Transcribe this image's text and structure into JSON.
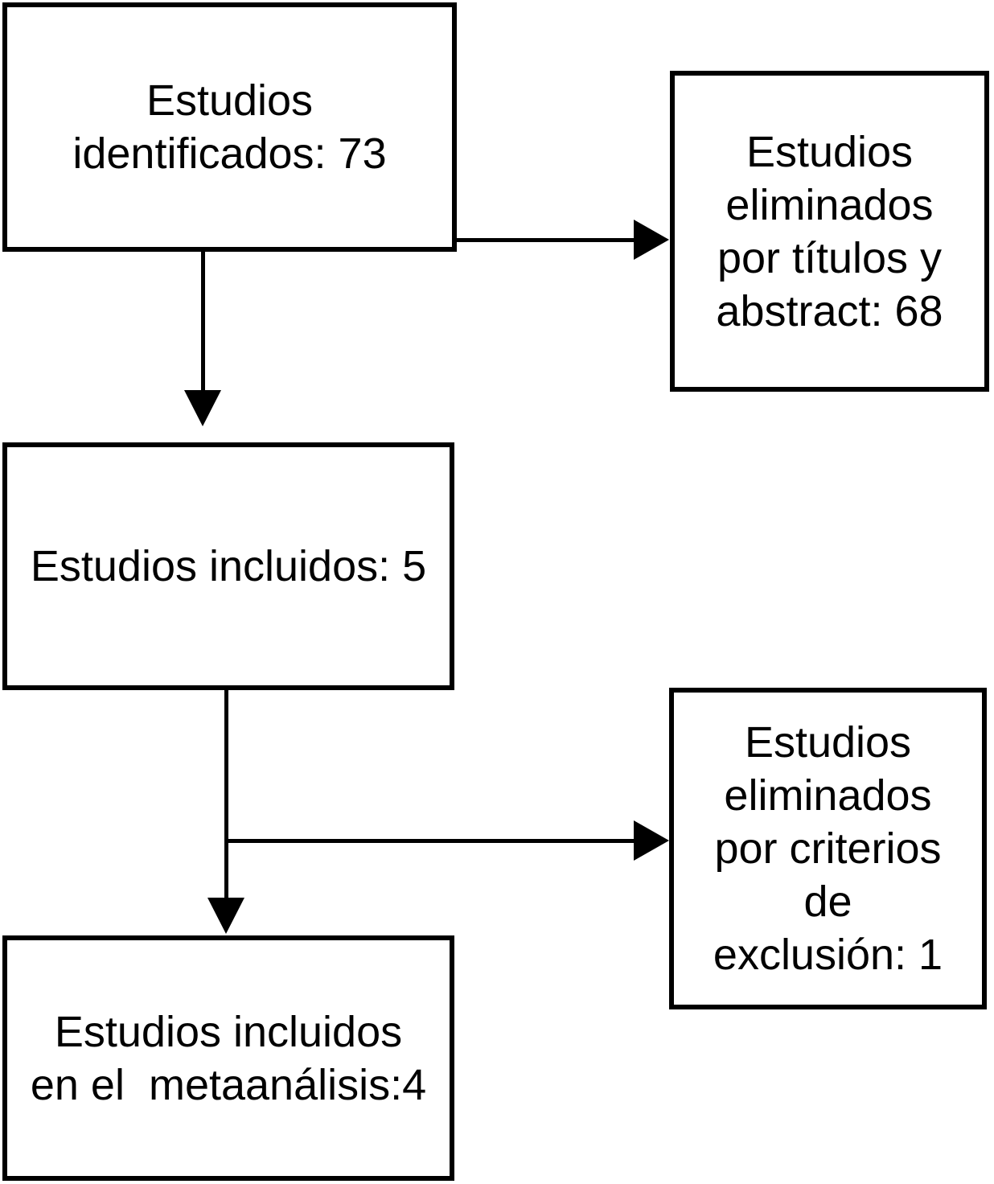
{
  "colors": {
    "line": "#000000",
    "background": "#ffffff",
    "text": "#000000"
  },
  "nodes": {
    "identificados": {
      "lines": [
        "Estudios",
        "identificados: 73"
      ]
    },
    "eliminados_abstract": {
      "lines": [
        "Estudios",
        "eliminados",
        "por títulos y",
        "abstract: 68"
      ]
    },
    "incluidos": {
      "lines": [
        "Estudios incluidos: 5"
      ]
    },
    "eliminados_criterios": {
      "lines": [
        "Estudios",
        "eliminados",
        "por criterios",
        "de",
        "exclusión: 1"
      ]
    },
    "metaanalisis": {
      "lines": [
        "Estudios incluidos",
        "en el  metaanálisis:4"
      ]
    }
  }
}
